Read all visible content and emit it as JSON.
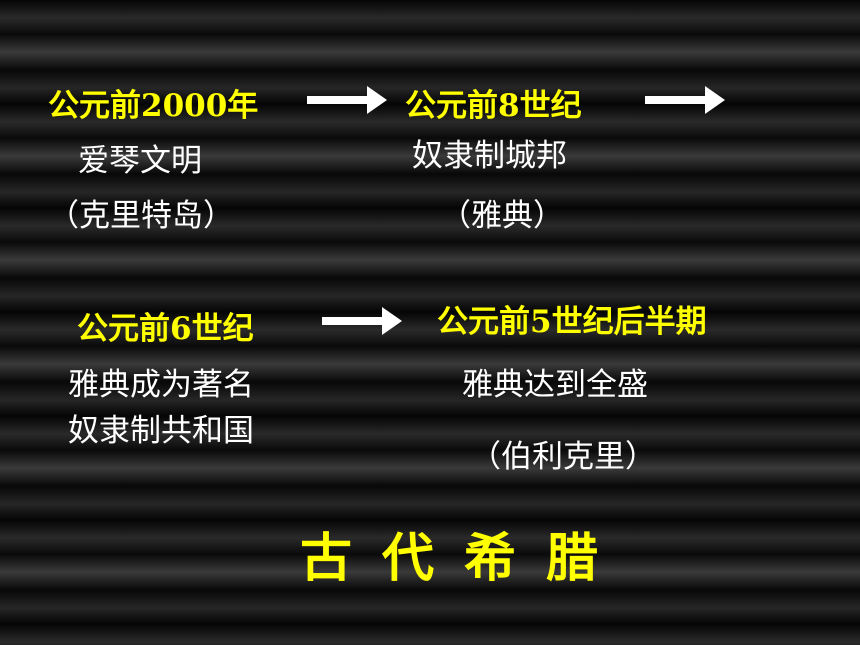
{
  "stages": [
    {
      "date": "公元前2000年",
      "desc1": "爱琴文明",
      "desc2": "（克里特岛）"
    },
    {
      "date": "公元前8世纪",
      "desc1": "奴隶制城邦",
      "desc2": "（雅典）"
    },
    {
      "date": "公元前6世纪",
      "desc1": "雅典成为著名",
      "desc2": "奴隶制共和国"
    },
    {
      "date": "公元前5世纪后半期",
      "desc1": "雅典达到全盛",
      "desc2": "（伯利克里）"
    }
  ],
  "title": "古代希腊",
  "colors": {
    "accent": "#ffff00",
    "text": "#ffffff",
    "background": "#1a1a1a"
  }
}
